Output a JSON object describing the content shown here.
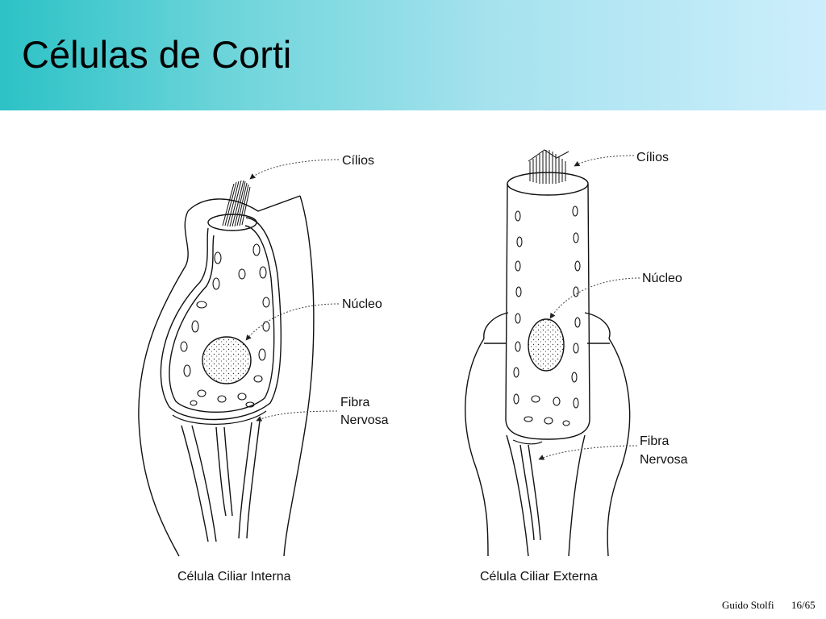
{
  "slide": {
    "title": "Células de Corti",
    "colors": {
      "title_bar_start": "#2cc2c6",
      "title_bar_end": "#cdeefc",
      "ink": "#111111"
    }
  },
  "diagram": {
    "inner_cell": {
      "caption": "Célula Ciliar Interna",
      "labels": {
        "cilia": "Cílios",
        "nucleus": "Núcleo",
        "fiber_line1": "Fibra",
        "fiber_line2": "Nervosa"
      }
    },
    "outer_cell": {
      "caption": "Célula Ciliar Externa",
      "labels": {
        "cilia": "Cílios",
        "nucleus": "Núcleo",
        "fiber_line1": "Fibra",
        "fiber_line2": "Nervosa"
      }
    }
  },
  "footer": {
    "author": "Guido Stolfi",
    "page": "16/65"
  }
}
